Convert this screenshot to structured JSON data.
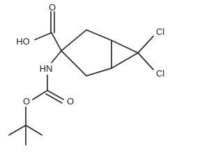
{
  "molecule": {
    "atom_labels": {
      "carboxyl_oxygen": "O",
      "hydroxyl": "HO",
      "amine": "HN",
      "chlorine_upper": "Cl",
      "chlorine_lower": "Cl",
      "carbamate_carbonyl_oxygen": "O",
      "carbamate_ester_oxygen": "O"
    }
  }
}
